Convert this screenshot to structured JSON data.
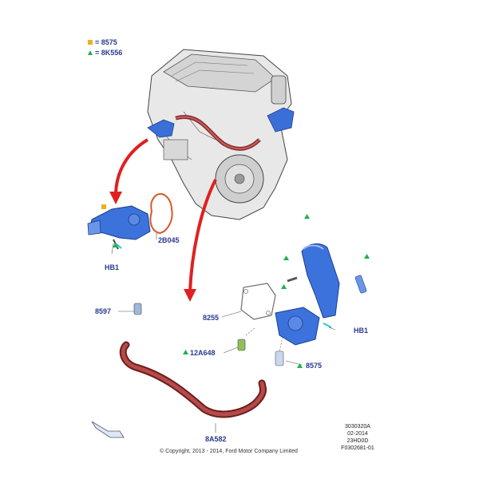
{
  "legend": [
    {
      "symbol": "square",
      "color": "#f0b020",
      "text": "= 8575"
    },
    {
      "symbol": "triangle",
      "color": "#22b14c",
      "text": "= 8K556"
    }
  ],
  "callouts": {
    "hb1_left": "HB1",
    "gasket_2b045": "2B045",
    "sensor_8597": "8597",
    "gasket_8255": "8255",
    "hb1_right": "HB1",
    "sensor_12a648": "12A648",
    "pipe_8575": "8575",
    "hose_8a582": "8A582"
  },
  "drawing_codes": [
    "3030320A",
    "02-2014",
    "23HD0D",
    "F0302681-01"
  ],
  "copyright": "© Copyright, 2013 - 2014, Ford Motor Company Limited"
}
